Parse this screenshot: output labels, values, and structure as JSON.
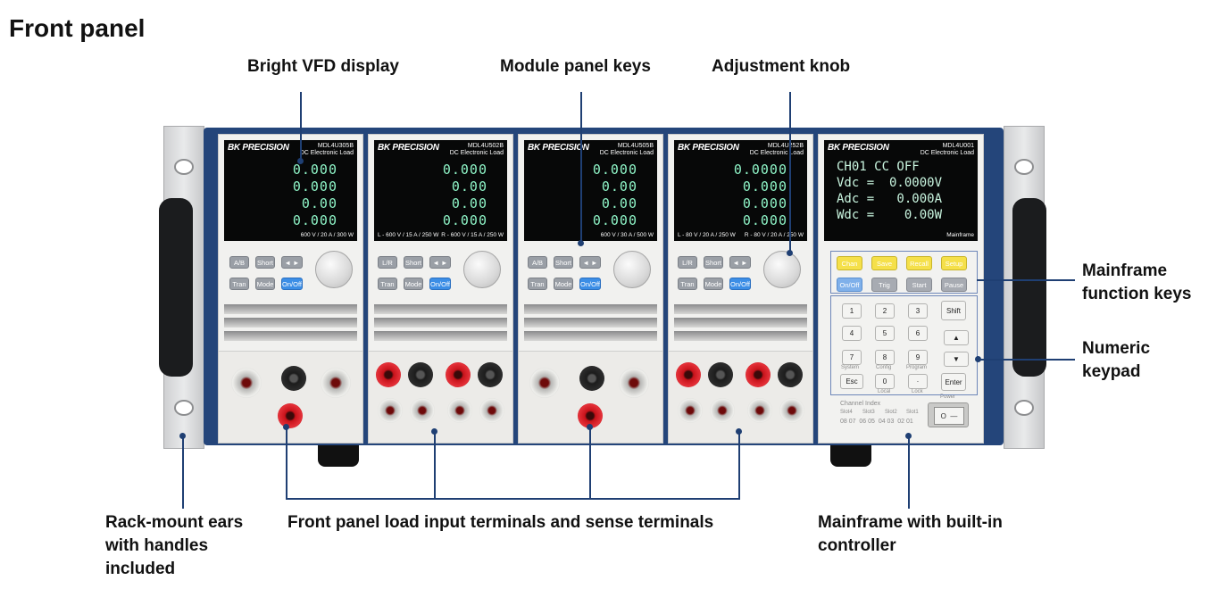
{
  "title": "Front panel",
  "callouts": {
    "vfd": "Bright VFD display",
    "module_keys": "Module panel keys",
    "knob": "Adjustment knob",
    "mainframe_keys": "Mainframe\nfunction keys",
    "keypad": "Numeric\nkeypad",
    "ears": "Rack-mount ears\nwith handles\nincluded",
    "terminals": "Front panel load input terminals and sense terminals",
    "mainframe": "Mainframe with built-in\ncontroller"
  },
  "brand": "BK PRECISION",
  "modules": [
    {
      "model": "MDL4U305B",
      "sub": "DC Electronic Load",
      "spec_left": "",
      "spec_right": "600 V / 20 A / 300 W",
      "key1": "A/B",
      "rows": [
        "0.000",
        "0.000",
        "0.00",
        "0.000"
      ]
    },
    {
      "model": "MDL4U502B",
      "sub": "DC Electronic Load",
      "spec_left": "L - 600 V / 15 A / 250 W",
      "spec_right": "R - 600 V / 15 A / 250 W",
      "key1": "L/R",
      "rows": [
        "0.000",
        "0.00",
        "0.00",
        "0.000"
      ]
    },
    {
      "model": "MDL4U505B",
      "sub": "DC Electronic Load",
      "spec_left": "",
      "spec_right": "600 V / 30 A / 500 W",
      "key1": "A/B",
      "rows": [
        "0.000",
        "0.00",
        "0.00",
        "0.000"
      ]
    },
    {
      "model": "MDL4U252B",
      "sub": "DC Electronic Load",
      "spec_left": "L - 80 V / 20 A / 250 W",
      "spec_right": "R - 80 V / 20 A / 250 W",
      "key1": "L/R",
      "rows": [
        "0.0000",
        "0.000",
        "0.000",
        "0.000"
      ]
    }
  ],
  "module_keys": {
    "short": "Short",
    "arrows": "◄ ►",
    "tran": "Tran",
    "mode": "Mode",
    "onoff": "On/Off"
  },
  "mainframe": {
    "model": "MDL4U001",
    "sub": "DC Electronic Load",
    "label": "Mainframe",
    "lines": [
      "CH01 CC OFF",
      "Vdc =  0.0000V",
      "Adc =   0.000A",
      "Wdc =    0.00W"
    ],
    "func_keys": [
      "Chan",
      "Save",
      "Recall",
      "Setup",
      "On/Off",
      "Trig",
      "Start",
      "Pause"
    ],
    "keypad": [
      "1",
      "2",
      "3",
      "4",
      "5",
      "6",
      "7",
      "8",
      "9",
      "Esc",
      "0",
      "·"
    ],
    "keypad_labels": [
      "System",
      "Config",
      "Program",
      "Local",
      "Lock"
    ],
    "side_keys": {
      "shift": "Shift",
      "up": "▲",
      "down": "▼",
      "enter": "Enter"
    },
    "channel_index_title": "Channel Index",
    "slots": [
      "Slot4",
      "Slot3",
      "Slot2",
      "Slot1"
    ],
    "channels": "08 07  06 05  04 03  02 01",
    "power_label": "Power",
    "power_switch": "O  —"
  },
  "colors": {
    "accent": "#1f3f73",
    "frame": "#24457a",
    "vfd_text": "#8ef3c6"
  }
}
